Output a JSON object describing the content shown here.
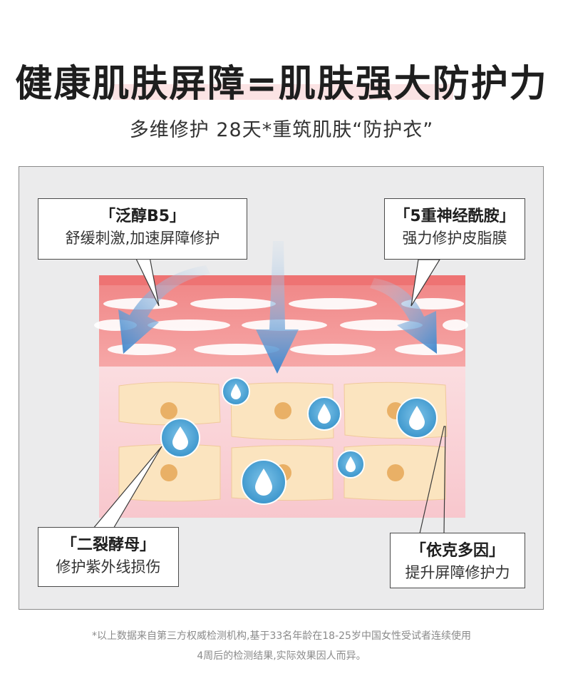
{
  "header": {
    "title": "健康肌肤屏障=肌肤强大防护力",
    "subtitle": "多维修护  28天*重筑肌肤“防护衣”"
  },
  "callouts": {
    "top_left": {
      "title": "「泛醇B5」",
      "desc": "舒缓刺激,加速屏障修护"
    },
    "top_right": {
      "title": "「5重神经酰胺」",
      "desc": "强力修护皮脂膜"
    },
    "bottom_left": {
      "title": "「二裂酵母」",
      "desc": "修护紫外线损伤"
    },
    "bottom_right": {
      "title": "「依克多因」",
      "desc": "提升屏障修护力"
    }
  },
  "footnote": {
    "line1": "*以上数据来自第三方权威检测机构,基于33名年龄在18-25岁中国女性受试者连续使用",
    "line2": "4周后的检测结果,实际效果因人而异。"
  },
  "colors": {
    "skin_top": "#f38f8f",
    "skin_bottom": "#fcd5da",
    "cell": "#fbe4bf",
    "nucleus": "#e9b066",
    "droplet": "#4fa6d6",
    "arrow": "#3f86cc"
  }
}
